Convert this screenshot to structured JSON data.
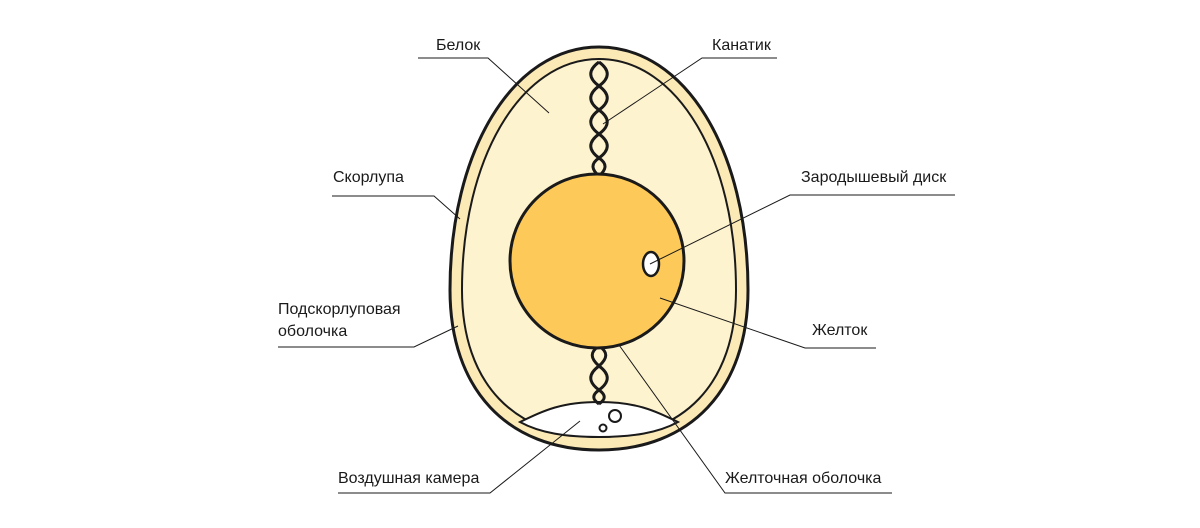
{
  "diagram": {
    "labels": {
      "white": "Белок",
      "shell": "Скорлупа",
      "shell_membrane_line1": "Подскорлуповая",
      "shell_membrane_line2": "оболочка",
      "air_cell": "Воздушная камера",
      "chalaza": "Канатик",
      "germinal_disc": "Зародышевый диск",
      "yolk": "Желток",
      "vitelline_membrane": "Желточная оболочка"
    },
    "colors": {
      "shell": "#fbe9b6",
      "albumen": "#fef3cf",
      "yolk": "#fdca5a",
      "air_cell": "#ffffff",
      "outline": "#1a1a1a"
    }
  }
}
